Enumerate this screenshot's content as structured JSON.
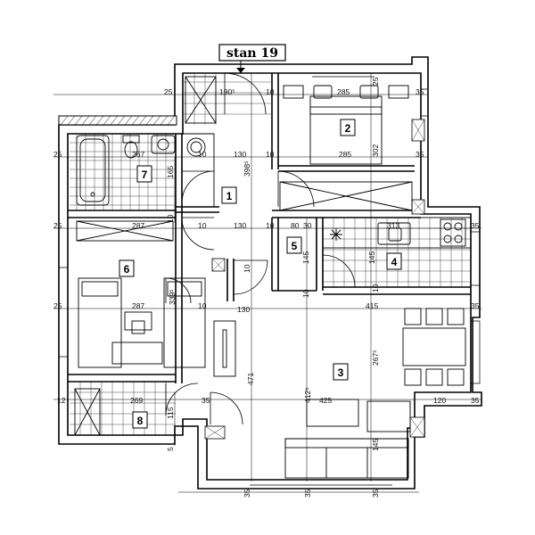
{
  "title": "stan 19",
  "rooms": [
    {
      "no": "1"
    },
    {
      "no": "2"
    },
    {
      "no": "3"
    },
    {
      "no": "4"
    },
    {
      "no": "5"
    },
    {
      "no": "6"
    },
    {
      "no": "7"
    },
    {
      "no": "8"
    }
  ],
  "dimensions": {
    "d25a": "25",
    "d190": "190⁵",
    "d10a": "10",
    "d285a": "285",
    "d25b": "25",
    "d35a": "35",
    "d25c": "25",
    "d267": "267",
    "d10b": "10",
    "d130a": "130",
    "d398": "398⁵",
    "d10c": "10",
    "d285b": "285",
    "d302": "302",
    "d35b": "35",
    "d165": "165",
    "d10d": "10",
    "d25d": "25",
    "d287a": "287",
    "d10e": "10",
    "d130b": "130",
    "d10f": "10",
    "d80": "80",
    "d30": "30",
    "d313": "313",
    "d35c": "35",
    "d145a": "145",
    "d145b": "145",
    "d10g": "10",
    "d10h": "10",
    "d10i": "10",
    "d25e": "25",
    "d287b": "287",
    "d339": "339⁵",
    "d10j": "10",
    "d130c": "130",
    "d415": "415",
    "d35d": "35",
    "d471": "471",
    "d412": "412⁶",
    "d267b": "267⁵",
    "d12": "12",
    "d269": "269",
    "d35e": "35",
    "d425": "425",
    "d120": "120",
    "d35f": "35",
    "d115": "115",
    "d5": "5",
    "d145c": "145",
    "d35g": "35",
    "d35h": "35",
    "d35i": "35"
  }
}
